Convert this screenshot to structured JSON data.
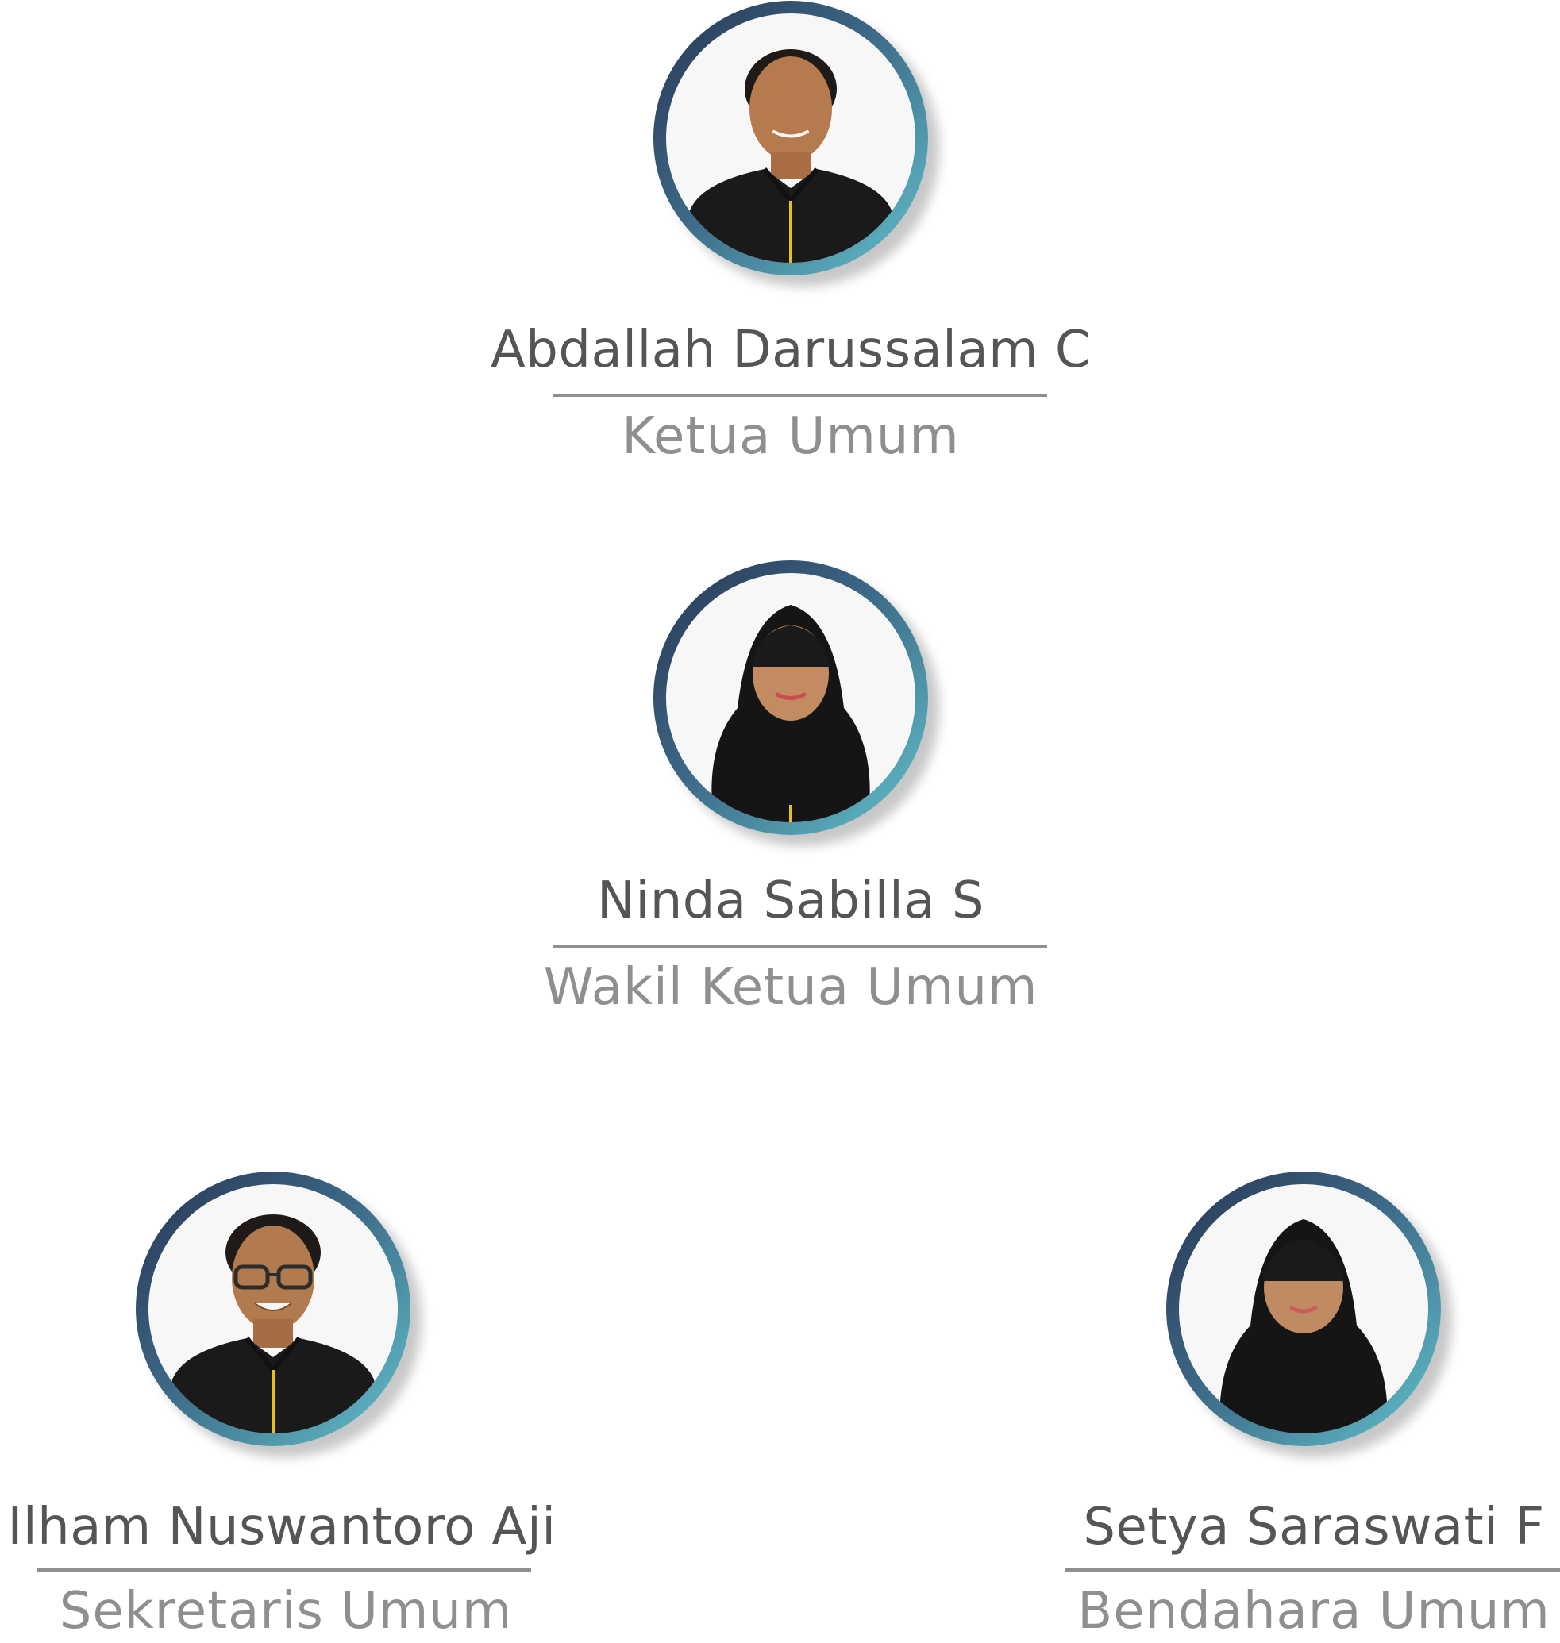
{
  "accent": {
    "ring_start": "#273553",
    "ring_mid": "#3c6886",
    "ring_end": "#63c3cf"
  },
  "members": [
    {
      "name": "Abdallah Darussalam C",
      "role": "Ketua Umum",
      "photo": "member-photo-man"
    },
    {
      "name": "Ninda Sabilla S",
      "role": "Wakil Ketua Umum",
      "photo": "member-photo-woman-hijab"
    },
    {
      "name": "Ilham Nuswantoro Aji",
      "role": "Sekretaris Umum",
      "photo": "member-photo-man-glasses"
    },
    {
      "name": "Setya Saraswati F",
      "role": "Bendahara Umum",
      "photo": "member-photo-woman-hijab"
    }
  ]
}
